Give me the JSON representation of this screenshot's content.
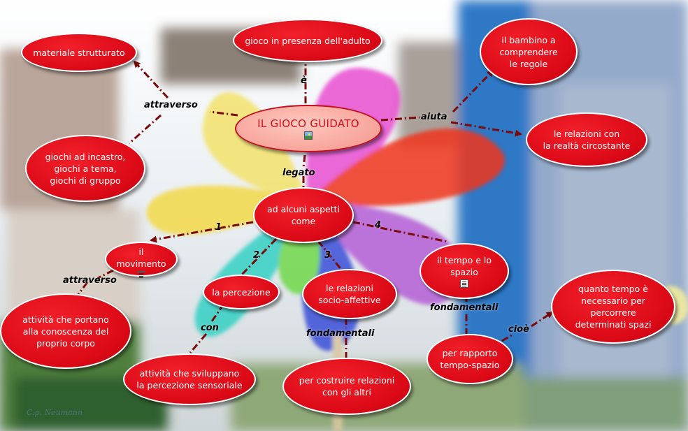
{
  "diagram": {
    "center": "IL GIOCO GUIDATO",
    "nodes": {
      "gioco_adulto": "gioco in presenza dell'adulto",
      "materiale": "materiale strutturato",
      "giochi_incastro": [
        "giochi ad incastro,",
        "giochi a tema,",
        "giochi di gruppo"
      ],
      "bambino_regole": [
        "il bambino a",
        "comprendere",
        "le regole"
      ],
      "relazioni_realta": [
        "le relazioni con",
        "la realtà circostante"
      ],
      "aspetti": [
        "ad alcuni aspetti",
        "come"
      ],
      "movimento": "il movimento",
      "attivita_corpo": [
        "attività che portano",
        "alla conoscenza del",
        "proprio corpo"
      ],
      "percezione": "la percezione",
      "attivita_percezione": [
        "attività che sviluppano",
        "la percezione sensoriale"
      ],
      "relazioni_socio": [
        "le relazioni",
        "socio-affettive"
      ],
      "costruire_relazioni": [
        "per costruire relazioni",
        "con gli altri"
      ],
      "tempo_spazio": [
        "il tempo e lo",
        "spazio"
      ],
      "rapporto_tempo": [
        "per rapporto",
        "tempo-spazio"
      ],
      "quanto_tempo": [
        "quanto tempo è",
        "necessario per",
        "percorrere",
        "determinati spazi"
      ]
    },
    "link_labels": {
      "e": "è",
      "attraverso_1": "attraverso",
      "aiuta": "aiuta",
      "legato": "legato",
      "n1": "1",
      "n2": "2",
      "n3": "3",
      "n4": "4",
      "attraverso_2": "attraverso",
      "con": "con",
      "fondamentali_1": "fondamentali",
      "fondamentali_2": "fondamentali",
      "cioe": "cioè"
    },
    "signature": "C.p. Neumann"
  },
  "colors": {
    "node_fill": "#dc0a17",
    "main_fill": "#f7a49a",
    "main_text": "#d0101d",
    "link": "#7a0a0a"
  },
  "icons": {
    "center": "image-icon",
    "movimento": "document-icon",
    "tempo_spazio": "document-icon"
  }
}
